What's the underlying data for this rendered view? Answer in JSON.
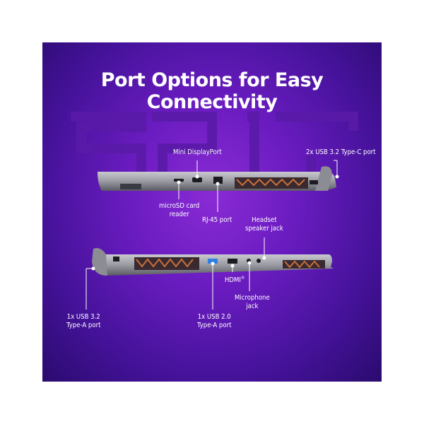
{
  "title": "Port Options for Easy Connectivity",
  "labels": {
    "mini_displayport": "Mini DisplayPort",
    "usb_c": "2x USB 3.2 Type-C port",
    "microsd_line1": "microSD card",
    "microsd_line2": "reader",
    "rj45": "RJ-45 port",
    "headset_line1": "Headset",
    "headset_line2": "speaker jack",
    "hdmi": "HDMI",
    "hdmi_mark": "®",
    "mic_line1": "Microphone",
    "mic_line2": "jack",
    "usb32a_line1": "1x USB 3.2",
    "usb32a_line2": "Type-A port",
    "usb20_line1": "1x USB 2.0",
    "usb20_line2": "Type-A port"
  },
  "colors": {
    "panel_center": "#8a2bd6",
    "panel_edge": "#2a0b6e",
    "laptop_body": "#9a9aa2",
    "vent_orange": "#c8703a",
    "usb_blue": "#2f7fe0",
    "text": "#ffffff"
  }
}
